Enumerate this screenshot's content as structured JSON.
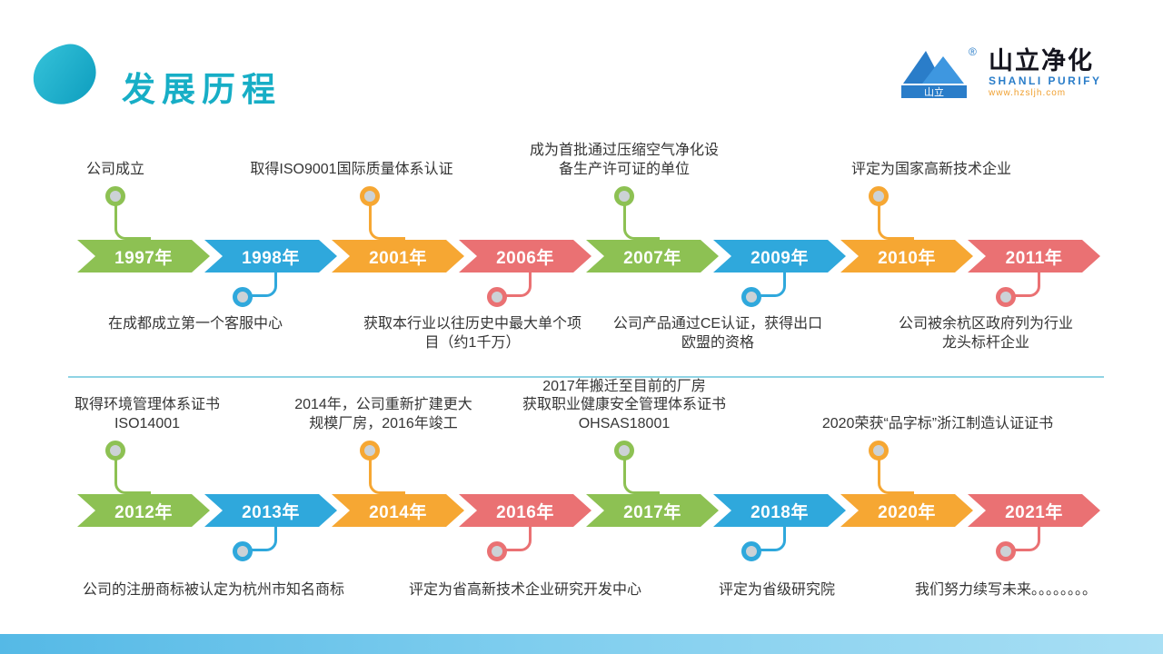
{
  "page": {
    "title": "发展历程"
  },
  "logo": {
    "icon_label": "山立",
    "reg": "®",
    "name_cn": "山立净化",
    "name_en": "SHANLI PURIFY",
    "website": "www.hzsljh.com"
  },
  "colors": {
    "green": "#8dc153",
    "blue": "#2fa8dc",
    "orange": "#f6a733",
    "red": "#ea7173",
    "accent": "#17aec6"
  },
  "timelines": [
    {
      "items": [
        {
          "year": "1997年",
          "label": "公司成立"
        },
        {
          "year": "1998年",
          "label": "在成都成立第一个客服中心"
        },
        {
          "year": "2001年",
          "label": "取得ISO9001国际质量体系认证"
        },
        {
          "year": "2006年",
          "label": "获取本行业以往历史中最大单个项\n目（约1千万）"
        },
        {
          "year": "2007年",
          "label": "成为首批通过压缩空气净化设\n备生产许可证的单位"
        },
        {
          "year": "2009年",
          "label": "公司产品通过CE认证，获得出口\n欧盟的资格"
        },
        {
          "year": "2010年",
          "label": "评定为国家高新技术企业"
        },
        {
          "year": "2011年",
          "label": "公司被余杭区政府列为行业\n龙头标杆企业"
        }
      ]
    },
    {
      "items": [
        {
          "year": "2012年",
          "label": "取得环境管理体系证书\nISO14001"
        },
        {
          "year": "2013年",
          "label": "公司的注册商标被认定为杭州市知名商标"
        },
        {
          "year": "2014年",
          "label": "2014年，公司重新扩建更大\n规模厂房，2016年竣工"
        },
        {
          "year": "2016年",
          "label": "评定为省高新技术企业研究开发中心"
        },
        {
          "year": "2017年",
          "label": "2017年搬迁至目前的厂房\n获取职业健康安全管理体系证书\nOHSAS18001"
        },
        {
          "year": "2018年",
          "label": "评定为省级研究院"
        },
        {
          "year": "2020年",
          "label": "2020荣获“品字标”浙江制造认证证书"
        },
        {
          "year": "2021年",
          "label": "我们努力续写未来。。。。。。。。"
        }
      ]
    }
  ]
}
